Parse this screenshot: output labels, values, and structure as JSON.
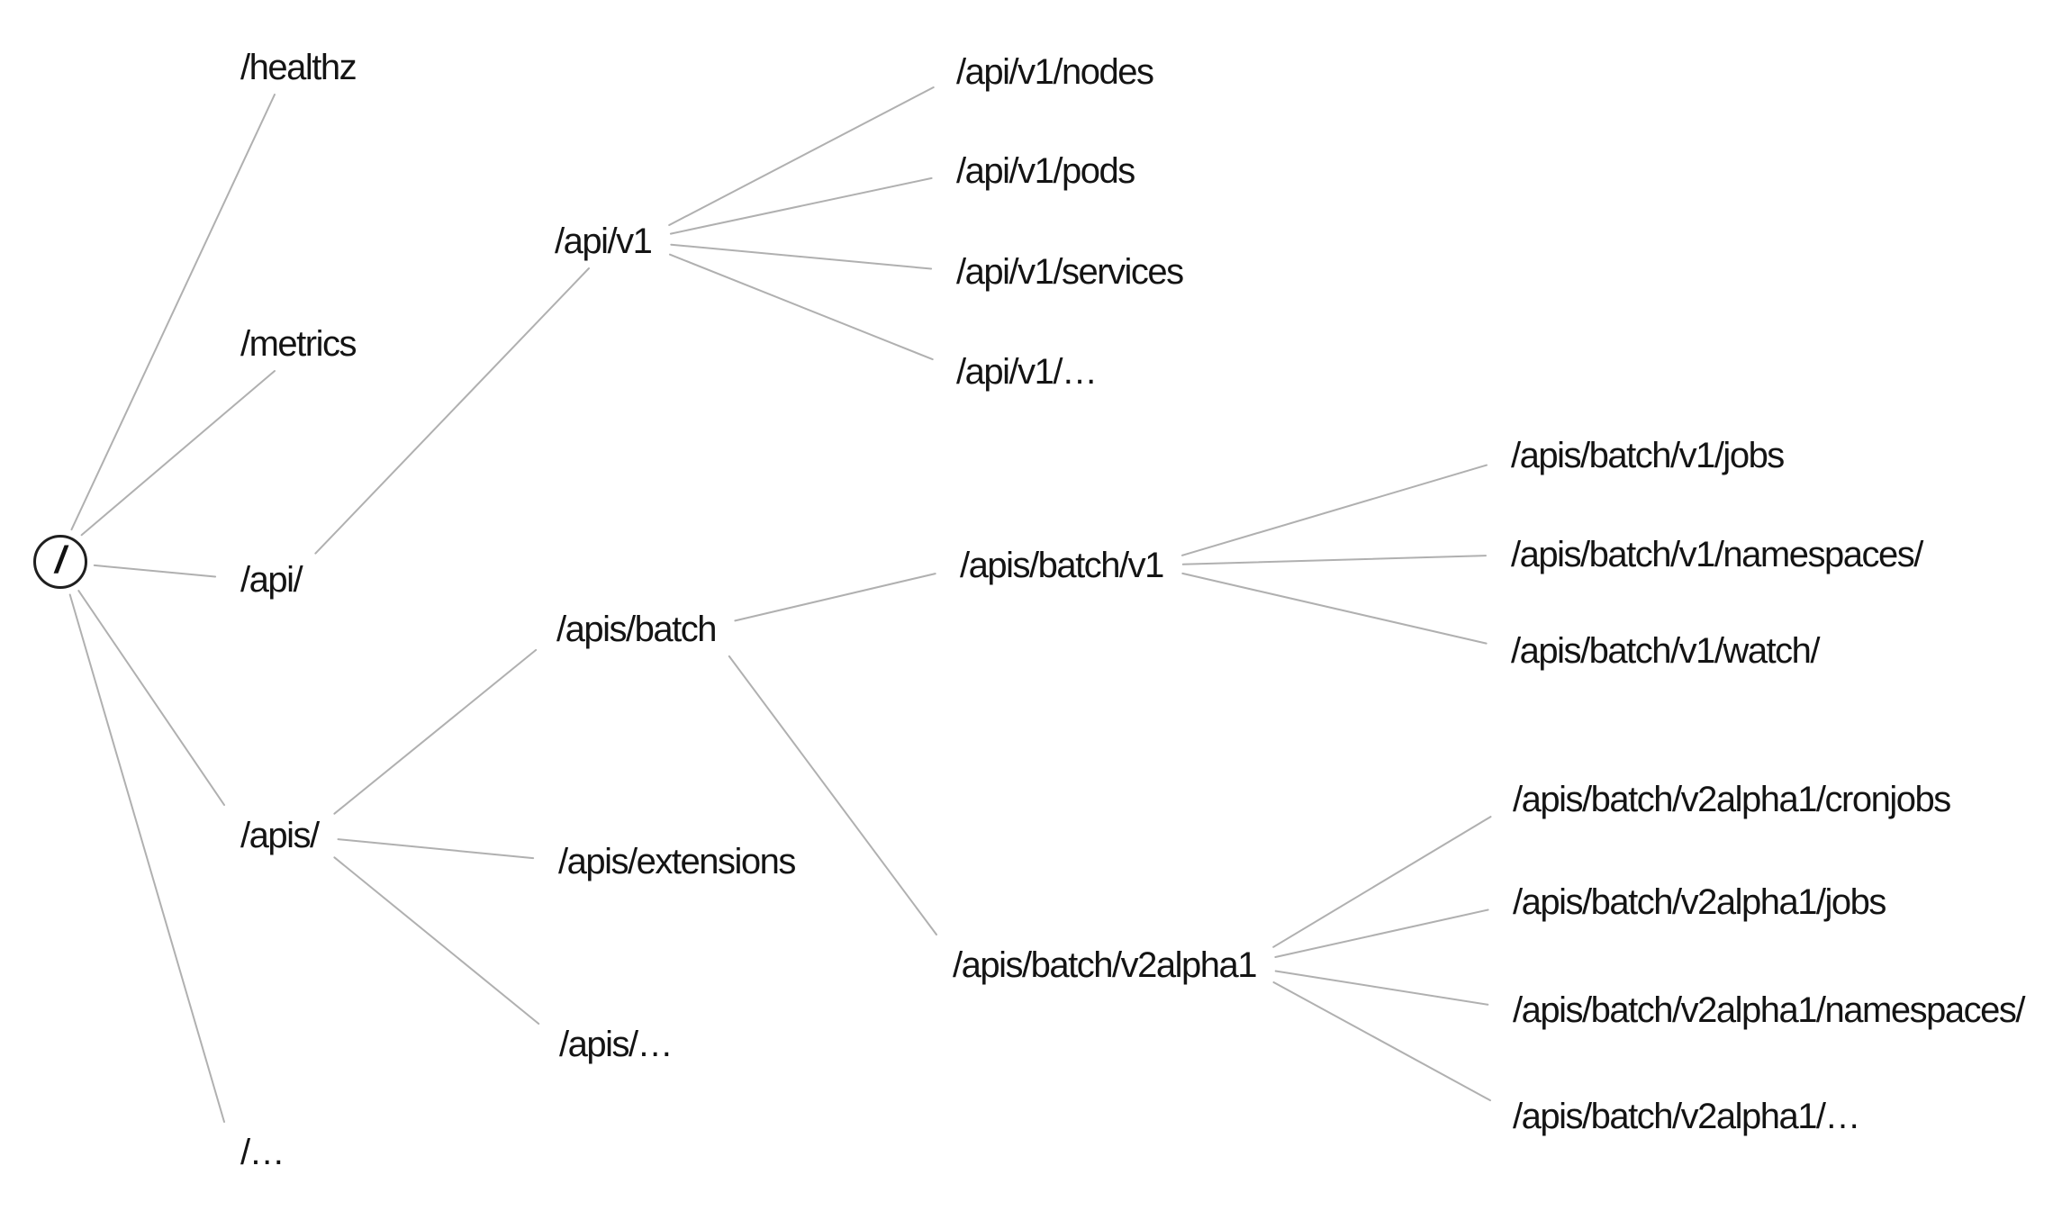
{
  "diagram": {
    "root": {
      "id": "root",
      "label": "/"
    },
    "nodes": [
      {
        "id": "healthz",
        "label": "/healthz",
        "parent": "root"
      },
      {
        "id": "metrics",
        "label": "/metrics",
        "parent": "root"
      },
      {
        "id": "api",
        "label": "/api/",
        "parent": "root"
      },
      {
        "id": "apis",
        "label": "/apis/",
        "parent": "root"
      },
      {
        "id": "root-more",
        "label": "/…",
        "parent": "root"
      },
      {
        "id": "api-v1",
        "label": "/api/v1",
        "parent": "api"
      },
      {
        "id": "api-v1-nodes",
        "label": "/api/v1/nodes",
        "parent": "api-v1"
      },
      {
        "id": "api-v1-pods",
        "label": "/api/v1/pods",
        "parent": "api-v1"
      },
      {
        "id": "api-v1-services",
        "label": "/api/v1/services",
        "parent": "api-v1"
      },
      {
        "id": "api-v1-more",
        "label": "/api/v1/…",
        "parent": "api-v1"
      },
      {
        "id": "apis-batch",
        "label": "/apis/batch",
        "parent": "apis"
      },
      {
        "id": "apis-extensions",
        "label": "/apis/extensions",
        "parent": "apis"
      },
      {
        "id": "apis-more",
        "label": "/apis/…",
        "parent": "apis"
      },
      {
        "id": "batch-v1",
        "label": "/apis/batch/v1",
        "parent": "apis-batch"
      },
      {
        "id": "batch-v1-jobs",
        "label": "/apis/batch/v1/jobs",
        "parent": "batch-v1"
      },
      {
        "id": "batch-v1-namespaces",
        "label": "/apis/batch/v1/namespaces/",
        "parent": "batch-v1"
      },
      {
        "id": "batch-v1-watch",
        "label": "/apis/batch/v1/watch/",
        "parent": "batch-v1"
      },
      {
        "id": "batch-v2alpha1",
        "label": "/apis/batch/v2alpha1",
        "parent": "apis-batch"
      },
      {
        "id": "v2a-cronjobs",
        "label": "/apis/batch/v2alpha1/cronjobs",
        "parent": "batch-v2alpha1"
      },
      {
        "id": "v2a-jobs",
        "label": "/apis/batch/v2alpha1/jobs",
        "parent": "batch-v2alpha1"
      },
      {
        "id": "v2a-namespaces",
        "label": "/apis/batch/v2alpha1/namespaces/",
        "parent": "batch-v2alpha1"
      },
      {
        "id": "v2a-more",
        "label": "/apis/batch/v2alpha1/…",
        "parent": "batch-v2alpha1"
      }
    ],
    "colors": {
      "line": "#b0b0b0",
      "text": "#141414",
      "circle_border": "#1f1f1f",
      "background": "#ffffff"
    }
  }
}
